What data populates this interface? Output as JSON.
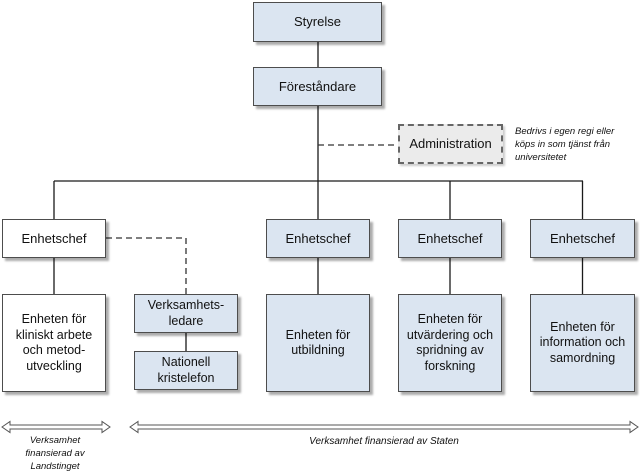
{
  "board": {
    "label": "Styrelse"
  },
  "director": {
    "label": "Föreståndare"
  },
  "administration": {
    "label": "Administration",
    "note": [
      "Bedrivs i egen regi eller",
      "köps in som tjänst från",
      "universitetet"
    ]
  },
  "clinical": {
    "head": "Enhetschef",
    "unit": [
      "Enheten för",
      "kliniskt arbete",
      "och metod-",
      "utveckling"
    ],
    "operations_lead": [
      "Verksamhets-",
      "ledare"
    ],
    "helpline": [
      "Nationell",
      "kristelefon"
    ]
  },
  "education": {
    "head": "Enhetschef",
    "unit": [
      "Enheten för",
      "utbildning"
    ]
  },
  "evaluation": {
    "head": "Enhetschef",
    "unit": [
      "Enheten för",
      "utvärdering och",
      "spridning av",
      "forskning"
    ]
  },
  "information": {
    "head": "Enhetschef",
    "unit": [
      "Enheten för",
      "information och",
      "samordning"
    ]
  },
  "funding": {
    "county": [
      "Verksamhet",
      "finansierad av",
      "Landstinget"
    ],
    "state": "Verksamhet finansierad av Staten"
  },
  "colors": {
    "box_fill": "#dbe5f1",
    "plain_fill": "#ffffff",
    "admin_fill": "#ebebeb",
    "border": "#4d4d4d",
    "connector": "#1a1a1a"
  }
}
